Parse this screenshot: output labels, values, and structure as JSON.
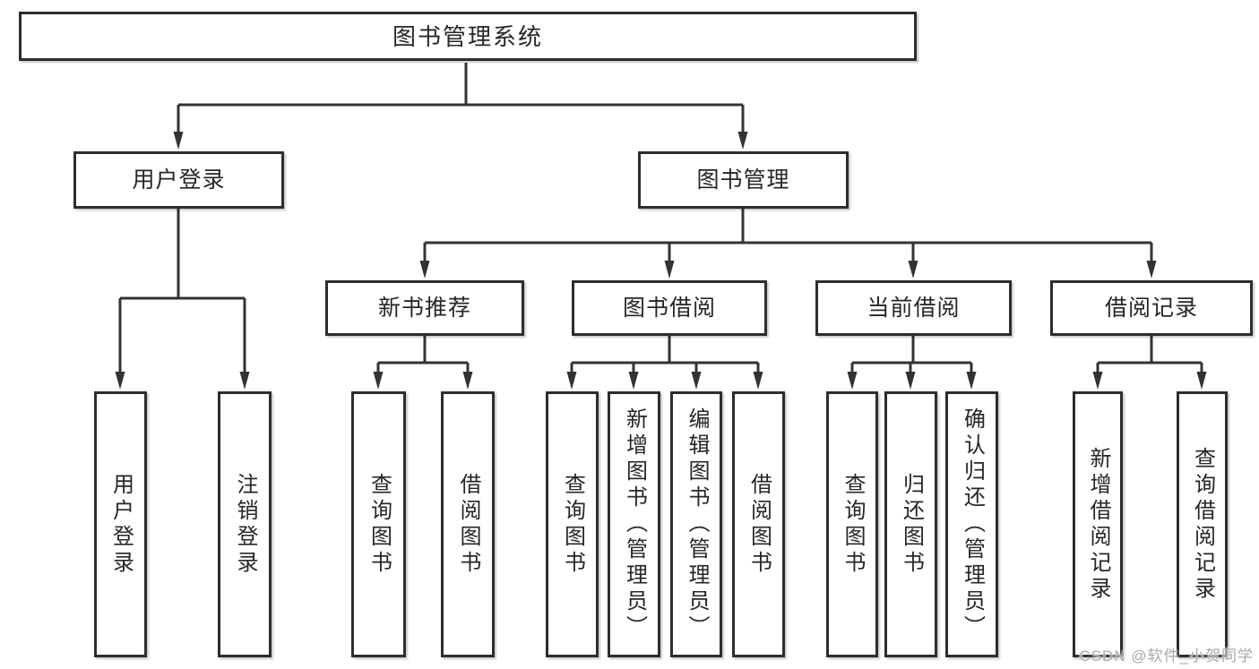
{
  "diagram": {
    "tree": {
      "root": {
        "label": "图书管理系统"
      },
      "children": [
        {
          "label": "用户登录",
          "children": [
            {
              "label": "用户登录"
            },
            {
              "label": "注销登录"
            }
          ]
        },
        {
          "label": "图书管理",
          "children": [
            {
              "label": "新书推荐",
              "children": [
                {
                  "label": "查询图书"
                },
                {
                  "label": "借阅图书"
                }
              ]
            },
            {
              "label": "图书借阅",
              "children": [
                {
                  "label": "查询图书"
                },
                {
                  "label": "新增图书（管理员）"
                },
                {
                  "label": "编辑图书（管理员）"
                },
                {
                  "label": "借阅图书"
                }
              ]
            },
            {
              "label": "当前借阅",
              "children": [
                {
                  "label": "查询图书"
                },
                {
                  "label": "归还图书"
                },
                {
                  "label": "确认归还（管理员）"
                }
              ]
            },
            {
              "label": "借阅记录",
              "children": [
                {
                  "label": "新增借阅记录"
                },
                {
                  "label": "查询借阅记录"
                }
              ]
            }
          ]
        }
      ]
    },
    "colors": {
      "background": "#ffffff",
      "box_border": "#2d2d2d",
      "connector_line": "#333333",
      "text": "#262626",
      "watermark_text": "#a9a9a9"
    }
  },
  "watermark": {
    "text": "CSDN @软件_小贺同学"
  }
}
